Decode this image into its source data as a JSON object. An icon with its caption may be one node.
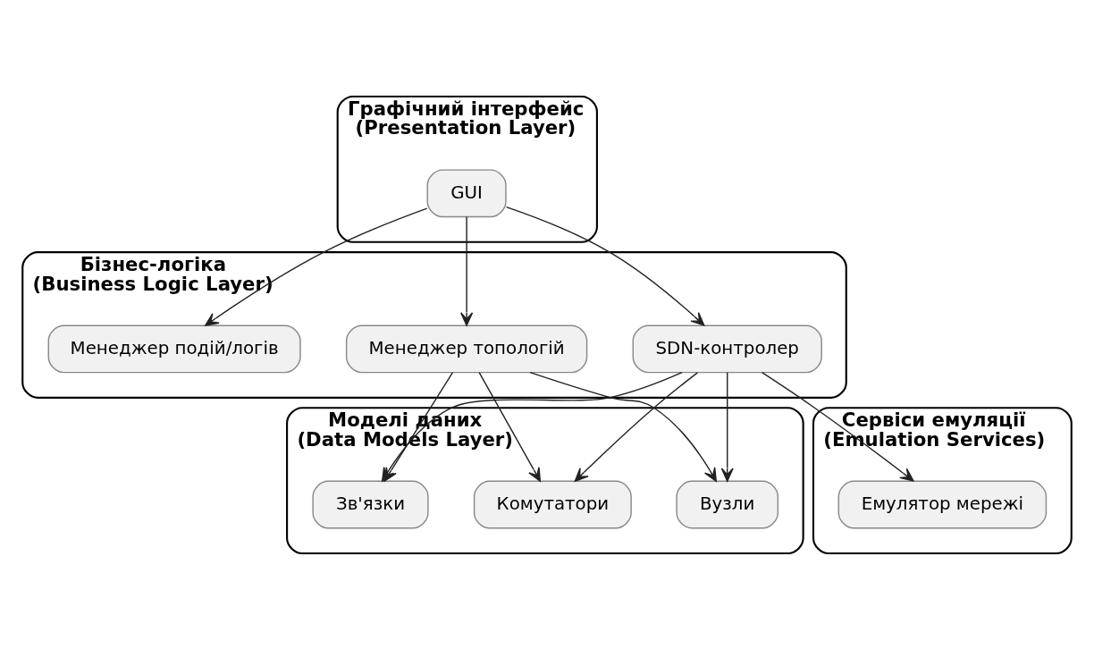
{
  "diagram": {
    "nodes": [
      {
        "text": [
          "Графічний інтерфейс (Presentation Layer)"
        ]
      },
      {
        "text": [
          "GUI"
        ],
        "in": 0
      },
      {
        "text": [
          "Бізнес-логіка (Business Logic Layer)"
        ]
      },
      {
        "text": [
          "Менеджер топологій"
        ],
        "in": 2
      },
      {
        "text": [
          "SDN-контролер"
        ],
        "in": 2
      },
      {
        "text": [
          "Менеджер подій/логів"
        ],
        "in": 2
      },
      {
        "text": [
          "Моделі даних (Data Models Layer)"
        ]
      },
      {
        "text": [
          "Комутатори"
        ],
        "in": 6
      },
      {
        "text": [
          "Зв'язки"
        ],
        "in": 6
      },
      {
        "text": [
          "Вузли"
        ],
        "in": 6
      },
      {
        "text": [
          "Сервіси емуляції (Emulation Services)"
        ]
      },
      {
        "text": [
          "Емулятор мережі"
        ],
        "in": 10
      }
    ],
    "edges": [
      {
        "from": 1,
        "to": 3,
        "arrow": "to"
      },
      {
        "from": 1,
        "to": 4,
        "arrow": "to"
      },
      {
        "from": 1,
        "to": 5,
        "arrow": "to"
      },
      {
        "from": 3,
        "to": 7,
        "arrow": "to"
      },
      {
        "from": 3,
        "to": 8,
        "arrow": "to"
      },
      {
        "from": 3,
        "to": 9,
        "arrow": "to"
      },
      {
        "from": 4,
        "to": 7,
        "arrow": "to"
      },
      {
        "from": 4,
        "to": 8,
        "arrow": "to"
      },
      {
        "from": 4,
        "to": 9,
        "arrow": "to"
      },
      {
        "from": 4,
        "to": 11,
        "arrow": "to"
      }
    ]
  }
}
